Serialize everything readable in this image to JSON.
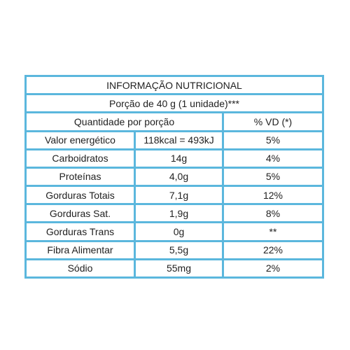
{
  "title": "INFORMAÇÃO NUTRICIONAL",
  "portion": "Porção de 40 g (1 unidade)***",
  "headers": {
    "quantity": "Quantidade por porção",
    "vd": "% VD (*)"
  },
  "rows": [
    {
      "name": "Valor energético",
      "amount": "118kcal = 493kJ",
      "vd": "5%"
    },
    {
      "name": "Carboidratos",
      "amount": "14g",
      "vd": "4%"
    },
    {
      "name": "Proteínas",
      "amount": "4,0g",
      "vd": "5%"
    },
    {
      "name": "Gorduras Totais",
      "amount": "7,1g",
      "vd": "12%"
    },
    {
      "name": "Gorduras Sat.",
      "amount": "1,9g",
      "vd": "8%"
    },
    {
      "name": "Gorduras Trans",
      "amount": "0g",
      "vd": "**"
    },
    {
      "name": "Fibra Alimentar",
      "amount": "5,5g",
      "vd": "22%"
    },
    {
      "name": "Sódio",
      "amount": "55mg",
      "vd": "2%"
    }
  ],
  "colors": {
    "border": "#5bb7dd",
    "text": "#1f1f1f",
    "background": "#ffffff"
  }
}
